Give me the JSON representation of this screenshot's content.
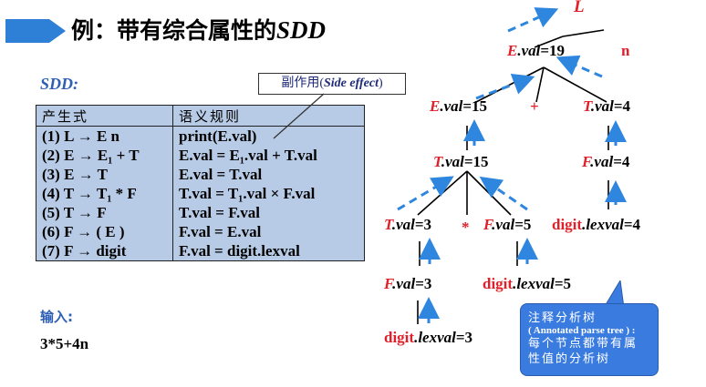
{
  "title": {
    "prefix": "例：带有综合属性的",
    "suffix": "SDD"
  },
  "sdd_label": "SDD:",
  "side_effect": {
    "cn": "副作用(",
    "en": "Side effect",
    "close": ")"
  },
  "table": {
    "header": [
      "产生式",
      "语义规则"
    ],
    "rows": [
      {
        "production": "(1) L → E n",
        "rule": "print(E.val)"
      },
      {
        "production": "(2) E → E₁ + T",
        "rule": "E.val = E₁.val + T.val"
      },
      {
        "production": "(3) E → T",
        "rule": "E.val = T.val"
      },
      {
        "production": "(4) T → T₁ * F",
        "rule": "T.val = T₁.val × F.val"
      },
      {
        "production": "(5) T → F",
        "rule": "T.val = F.val"
      },
      {
        "production": "(6) F → ( E )",
        "rule": "F.val = E.val"
      },
      {
        "production": "(7) F → digit",
        "rule": "F.val = digit.lexval"
      }
    ]
  },
  "input": {
    "label": "输入:",
    "value": "3*5+4n"
  },
  "tree": {
    "root": "L",
    "e19": "=19",
    "n": "n",
    "e15": "=15",
    "plus": "+",
    "t4": "=4",
    "t15": "=15",
    "f4": "=4",
    "t3": "=3",
    "star": "*",
    "f5": "=5",
    "digit4": "=4",
    "f3": "=3",
    "digit5": "=5",
    "digit3": "=3",
    "val": ".val",
    "lexval": ".lexval",
    "digit": "digit"
  },
  "callout": {
    "heading": "注释分析树",
    "sub": "( Annotated parse tree ) :",
    "body": "每个节点都带有属性值的分析树"
  },
  "colors": {
    "accent_blue": "#2e5fb4",
    "arrow_blue": "#2f86df",
    "red": "#e0202a",
    "table_bg": "#b7cbe6"
  }
}
